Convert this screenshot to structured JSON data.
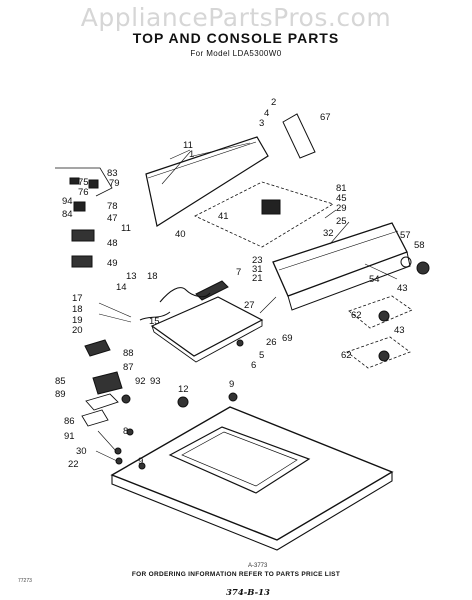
{
  "watermark": "AppliancePartsPros.com",
  "title": "TOP AND CONSOLE PARTS",
  "subtitle": "For Model LDA5300W0",
  "callouts": {
    "n1": "1",
    "n2": "2",
    "n3": "3",
    "n4": "4",
    "n5": "5",
    "n6": "6",
    "n7": "7",
    "n8": "8",
    "n9": "9",
    "n11": "11",
    "n12": "12",
    "n13": "13",
    "n14": "14",
    "n15": "15",
    "n17": "17",
    "n18": "18",
    "n19": "19",
    "n20": "20",
    "n21": "21",
    "n22": "22",
    "n23": "23",
    "n25": "25",
    "n26": "26",
    "n27": "27",
    "n29": "29",
    "n30": "30",
    "n31": "31",
    "n32": "32",
    "n40": "40",
    "n41": "41",
    "n43": "43",
    "n45": "45",
    "n47": "47",
    "n48": "48",
    "n49": "49",
    "n54": "54",
    "n57": "57",
    "n58": "58",
    "n62": "62",
    "n67": "67",
    "n69": "69",
    "n75": "75",
    "n76": "76",
    "n78": "78",
    "n79": "79",
    "n81": "81",
    "n83": "83",
    "n84": "84",
    "n85": "85",
    "n86": "86",
    "n87": "87",
    "n88": "88",
    "n89": "89",
    "n91": "91",
    "n92": "92",
    "n93": "93",
    "n94": "94"
  },
  "ref_left": "77273",
  "ref_mid": "A-3773",
  "footer": "FOR ORDERING INFORMATION REFER TO PARTS PRICE LIST",
  "page_code": "374-B-13"
}
